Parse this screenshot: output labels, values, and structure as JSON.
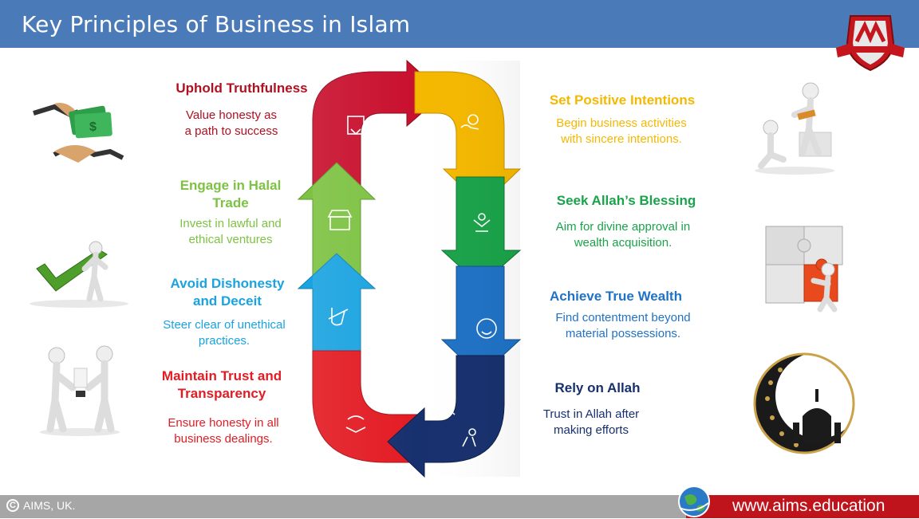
{
  "header": {
    "title": "Key Principles of Business in Islam"
  },
  "footer": {
    "copyright": "AIMS, UK.",
    "website": "www.aims.education"
  },
  "colors": {
    "header_bg": "#4a7ab8",
    "footer_bg": "#a6a6a6",
    "website_bg": "#c0141d",
    "red": "#c8102e",
    "dark_red": "#b01020",
    "yellow": "#f5b800",
    "green": "#1aa34a",
    "light_green": "#7dc242",
    "blue": "#1f72c6",
    "light_blue": "#1aa3e0",
    "navy": "#17306e"
  },
  "principles": {
    "uphold": {
      "title": "Uphold Truthfulness",
      "desc_line1": "Value honesty as",
      "desc_line2": "a path to success",
      "icon": "certificate-icon"
    },
    "halal": {
      "title_line1": "Engage in Halal",
      "title_line2": "Trade",
      "desc_line1": "Invest in lawful and",
      "desc_line2": "ethical ventures",
      "icon": "market-stall-icon"
    },
    "avoid": {
      "title_line1": "Avoid Dishonesty",
      "title_line2": "and Deceit",
      "desc_line1": "Steer clear of unethical",
      "desc_line2": "practices.",
      "icon": "no-hand-icon"
    },
    "trust": {
      "title_line1": "Maintain Trust and",
      "title_line2": "Transparency",
      "desc_line1": "Ensure honesty in all",
      "desc_line2": "business dealings.",
      "icon": "handshake-eye-icon"
    },
    "intentions": {
      "title": "Set Positive Intentions",
      "desc_line1": "Begin business activities",
      "desc_line2": "with sincere intentions.",
      "icon": "heart-hand-icon"
    },
    "blessing": {
      "title": "Seek Allah’s Blessing",
      "desc_line1": "Aim for divine approval in",
      "desc_line2": "wealth acquisition.",
      "icon": "prayer-icon"
    },
    "wealth": {
      "title": "Achieve True Wealth",
      "desc_line1": "Find contentment beyond",
      "desc_line2": "material possessions.",
      "icon": "smile-money-icon"
    },
    "rely": {
      "title": "Rely on Allah",
      "desc_line1": "Trust in Allah after",
      "desc_line2": "making efforts",
      "icon": "person-dove-icon"
    }
  }
}
